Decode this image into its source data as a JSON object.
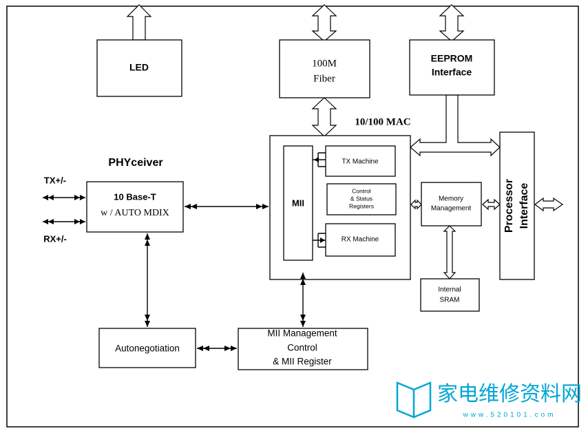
{
  "blocks": {
    "led": "LED",
    "fiber_line1": "100M",
    "fiber_line2": "Fiber",
    "eeprom_line1": "EEPROM",
    "eeprom_line2": "Interface",
    "mac_title": "10/100 MAC",
    "phyceiver_title": "PHYceiver",
    "phy_line1": "10 Base-T",
    "phy_line2": "w / AUTO MDIX",
    "mii": "MII",
    "tx_machine": "TX Machine",
    "control_line1": "Control",
    "control_line2": "& Status",
    "control_line3": "Registers",
    "rx_machine": "RX Machine",
    "memory_line1": "Memory",
    "memory_line2": "Management",
    "processor_line1": "Processor",
    "processor_line2": "Interface",
    "sram_line1": "Internal",
    "sram_line2": "SRAM",
    "autoneg": "Autonegotiation",
    "miimgmt_line1": "MII Management",
    "miimgmt_line2": "Control",
    "miimgmt_line3": "& MII Register",
    "tx_signal": "TX+/-",
    "rx_signal": "RX+/-"
  },
  "watermark": {
    "text": "家电维修资料网",
    "url": "www.520101.com",
    "color": "#00a6d6"
  }
}
